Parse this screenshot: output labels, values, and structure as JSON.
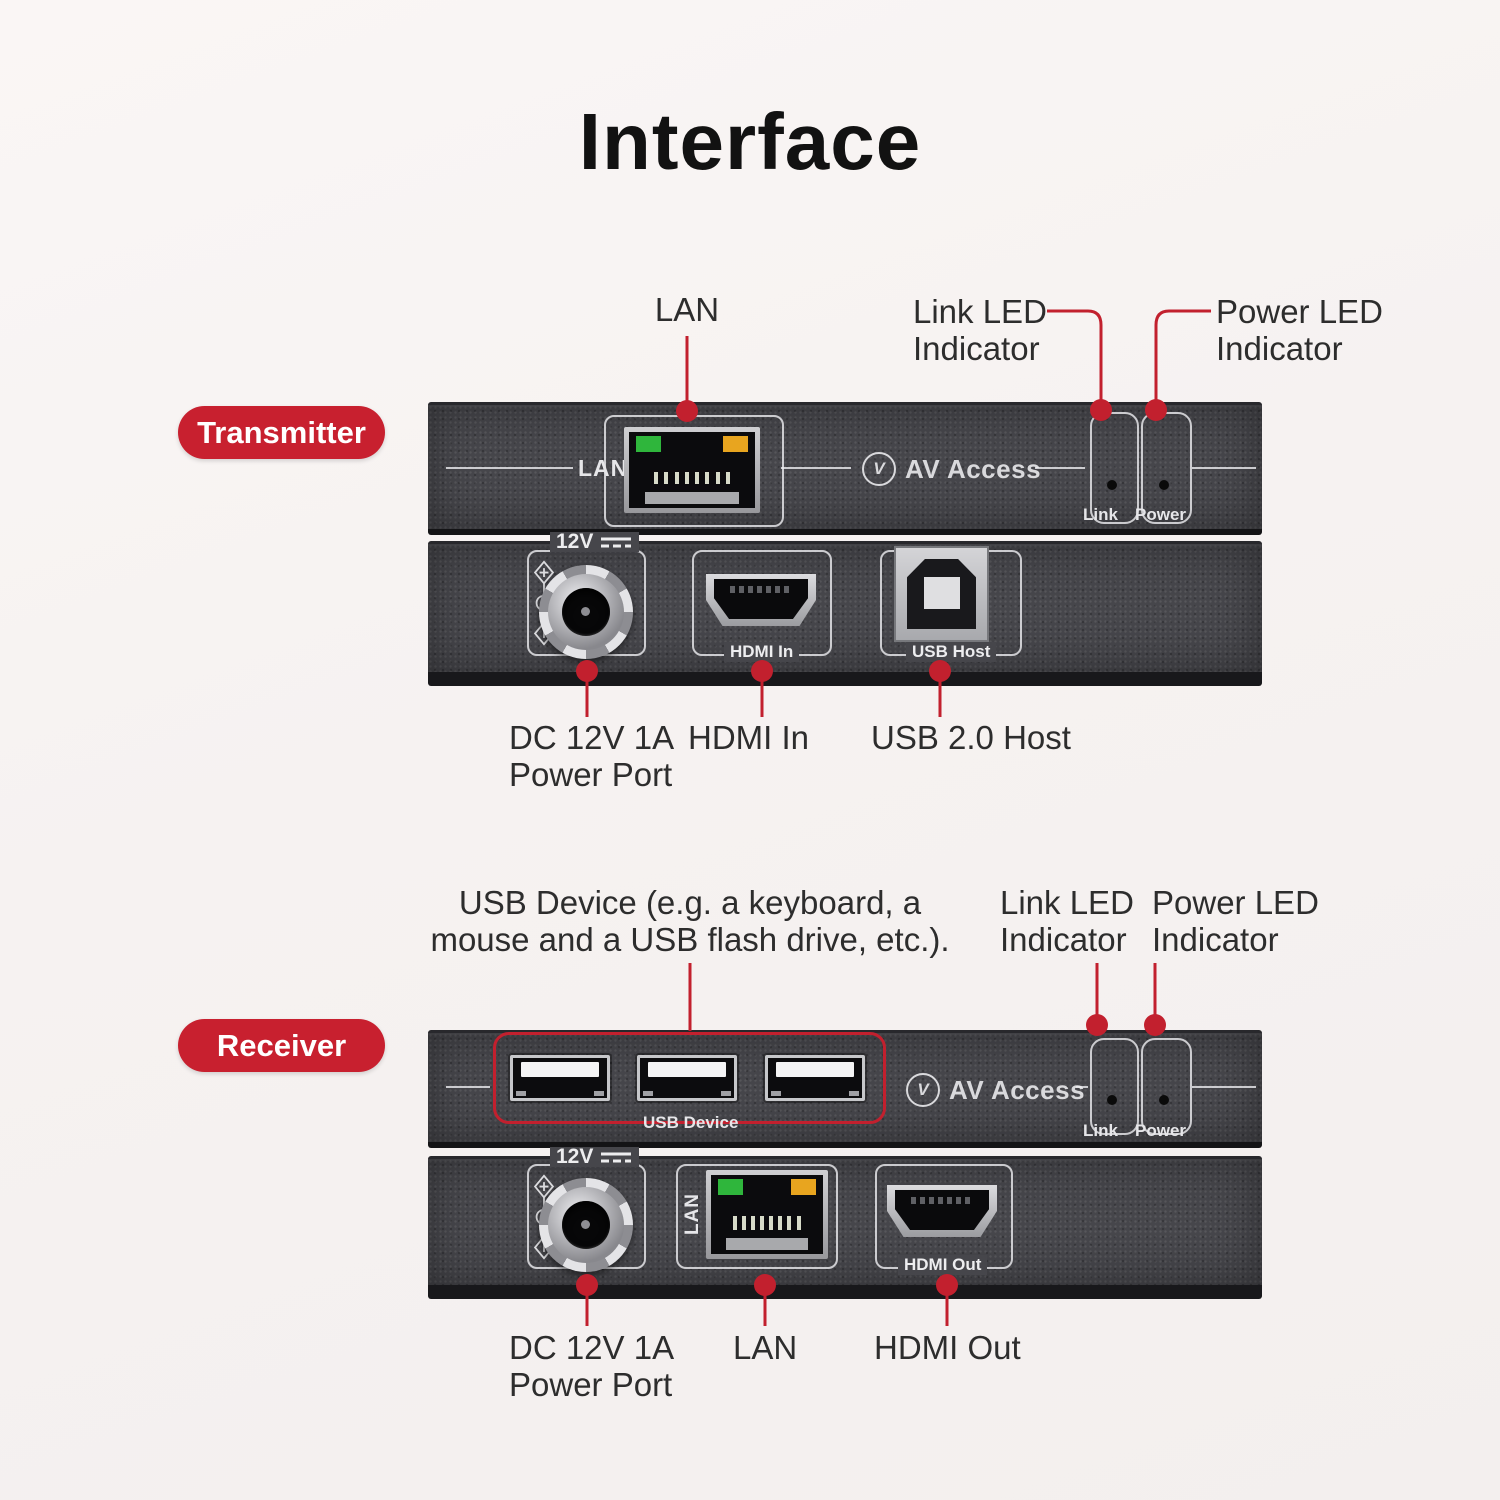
{
  "title": "Interface",
  "colors": {
    "accent_red": "#c8202f",
    "leader_red": "#c2202e",
    "panel_gray": "#46464b",
    "led_green": "#2fb63c",
    "led_amber": "#e8a51f",
    "background": "#f7f3f2"
  },
  "transmitter": {
    "badge": "Transmitter",
    "callouts": {
      "lan": "LAN",
      "link_led_line1": "Link LED",
      "link_led_line2": "Indicator",
      "power_led_line1": "Power LED",
      "power_led_line2": "Indicator",
      "dc_line1": "DC 12V 1A",
      "dc_line2": "Power Port",
      "hdmi": "HDMI In",
      "usb": "USB 2.0 Host"
    },
    "rear_panel": {
      "lan_label": "LAN",
      "brand_v": "V",
      "brand": "AV Access",
      "link_label": "Link",
      "power_label": "Power"
    },
    "front_panel": {
      "power_label": "12V",
      "hdmi_label": "HDMI In",
      "usb_label": "USB Host"
    }
  },
  "receiver": {
    "badge": "Receiver",
    "callouts": {
      "usb_device_line1": "USB Device (e.g. a keyboard, a",
      "usb_device_line2": "mouse and a USB flash drive, etc.).",
      "link_led_line1": "Link LED",
      "link_led_line2": "Indicator",
      "power_led_line1": "Power LED",
      "power_led_line2": "Indicator",
      "dc_line1": "DC 12V 1A",
      "dc_line2": "Power Port",
      "lan": "LAN",
      "hdmi": "HDMI Out"
    },
    "rear_panel": {
      "usb_device_label": "USB Device",
      "brand_v": "V",
      "brand": "AV Access",
      "link_label": "Link",
      "power_label": "Power"
    },
    "front_panel": {
      "power_label": "12V",
      "lan_label": "LAN",
      "hdmi_label": "HDMI Out"
    }
  }
}
